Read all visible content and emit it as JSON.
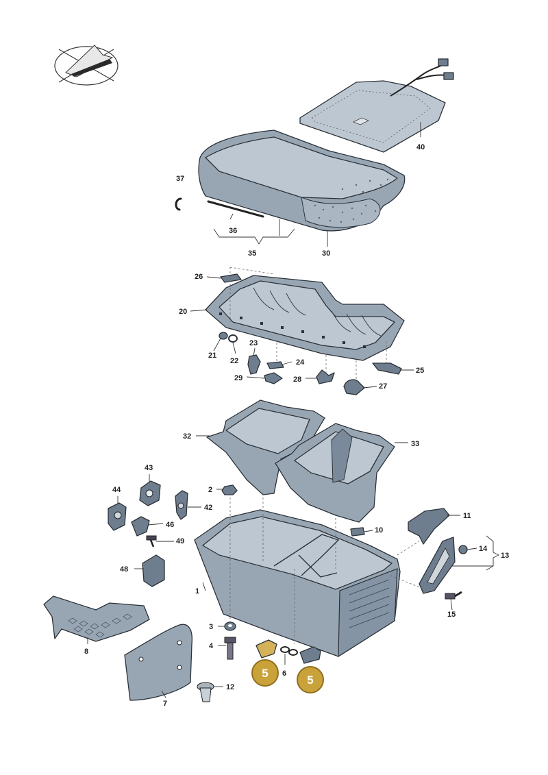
{
  "callout_color": "#c9a23a",
  "part_color": "#98a6b4",
  "labels": {
    "p40": "40",
    "p37": "37",
    "p36": "36",
    "p35": "35",
    "p30": "30",
    "p26": "26",
    "p20": "20",
    "p21": "21",
    "p22": "22",
    "p23": "23",
    "p24": "24",
    "p25": "25",
    "p29": "29",
    "p28": "28",
    "p27": "27",
    "p32": "32",
    "p33": "33",
    "p43": "43",
    "p44": "44",
    "p2": "2",
    "p42": "42",
    "p46": "46",
    "p49": "49",
    "p48": "48",
    "p11": "11",
    "p10": "10",
    "p14": "14",
    "p13": "13",
    "p1": "1",
    "p15": "15",
    "p3": "3",
    "p4": "4",
    "p8": "8",
    "p6": "6",
    "p12": "12",
    "p7": "7"
  },
  "callouts": {
    "c1": "5",
    "c2": "5"
  },
  "icons": {
    "orientation": "compass-arrow-icon"
  }
}
